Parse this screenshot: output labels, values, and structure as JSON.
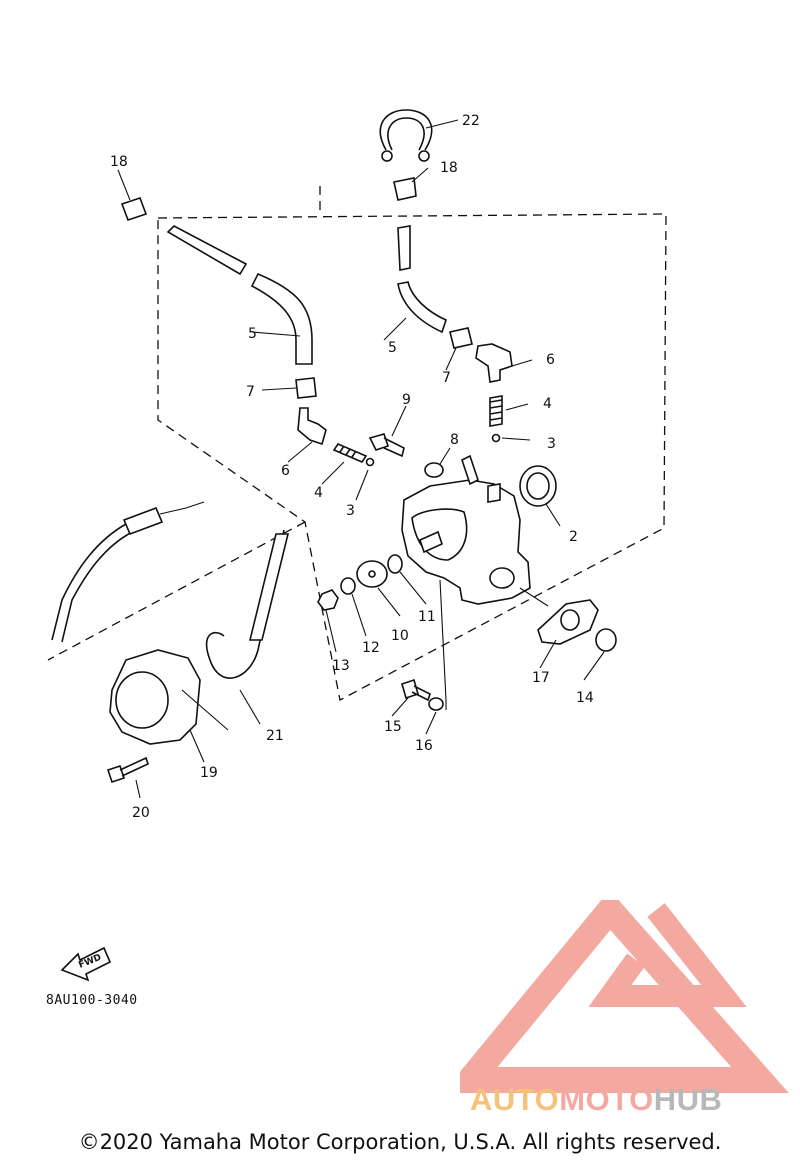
{
  "callouts": {
    "c1": "2",
    "c2": "3",
    "c3": "3",
    "c4": "4",
    "c5": "4",
    "c6": "5",
    "c7": "5",
    "c8": "6",
    "c9": "6",
    "c10": "7",
    "c11": "7",
    "c12": "8",
    "c13": "9",
    "c14": "10",
    "c15": "11",
    "c16": "12",
    "c17": "13",
    "c18": "14",
    "c19": "15",
    "c20": "16",
    "c21": "17",
    "c22": "18",
    "c23": "18",
    "c24": "19",
    "c25": "20",
    "c26": "21",
    "c27": "22"
  },
  "fwd_label": "FWD",
  "drawing_code": "8AU100-3040",
  "copyright": "©2020 Yamaha Motor Corporation, U.S.A. All rights reserved.",
  "watermark": {
    "part1": "AUTO",
    "part2": "MOTO",
    "part3": "HUB"
  },
  "colors": {
    "ink": "#111111",
    "wm_red": "#f4a9a0",
    "wm_orange": "#f5c27a",
    "wm_gray": "#b8b8b8"
  }
}
